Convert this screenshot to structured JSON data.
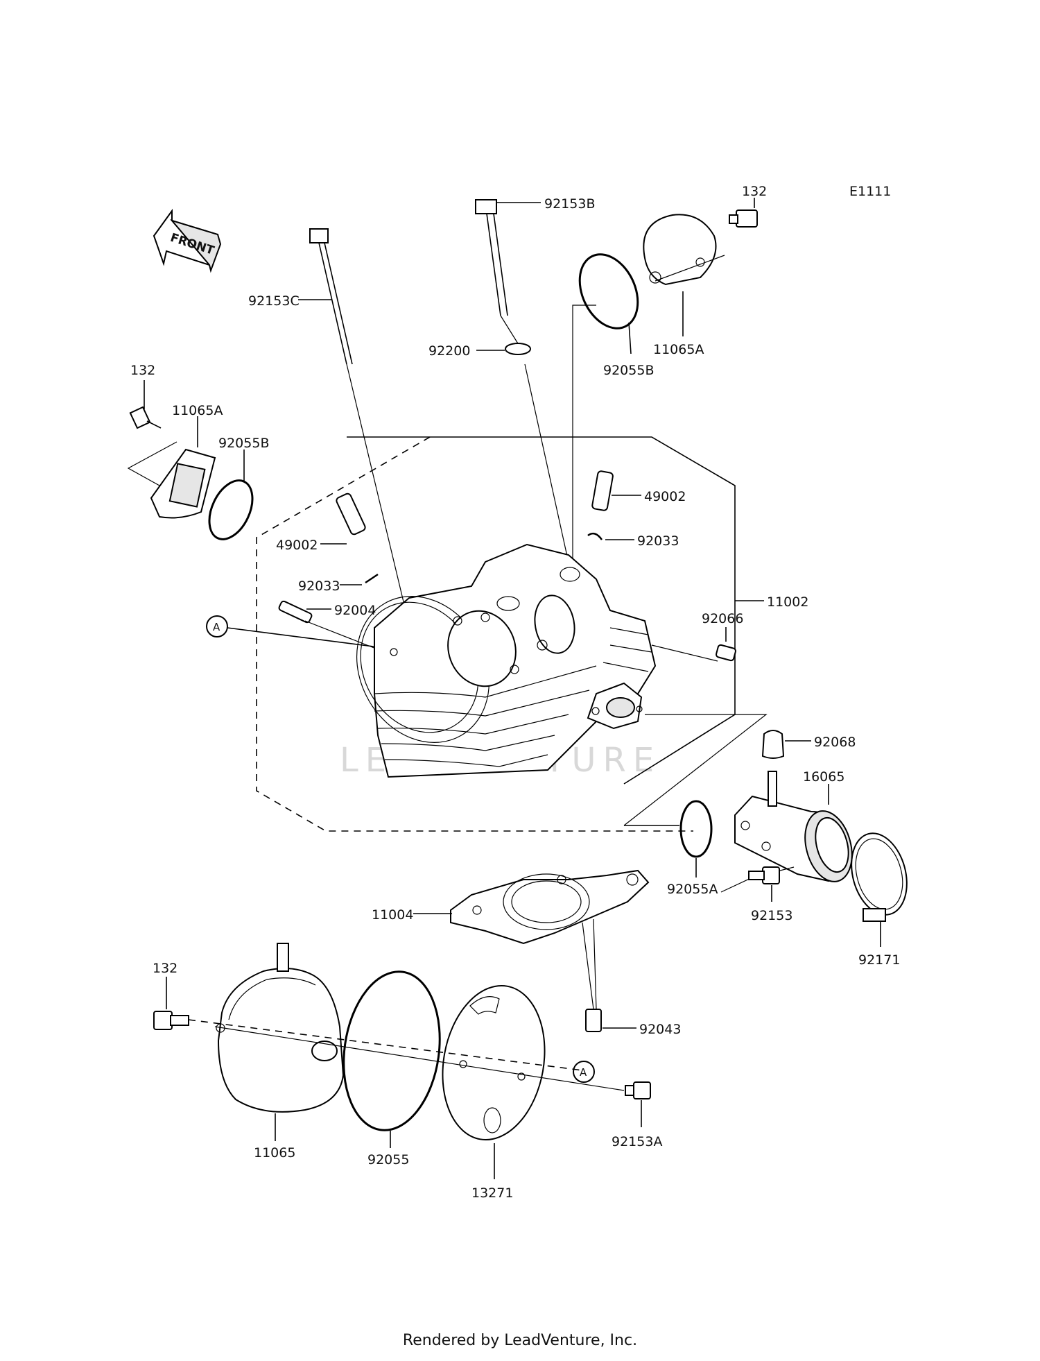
{
  "diagram_code": "E1111",
  "front_label": "FRONT",
  "watermark": "LEADVENTURE",
  "footer": "Rendered by LeadVenture, Inc.",
  "callout_marker": "A",
  "parts": {
    "p92153C": "92153C",
    "p92153B": "92153B",
    "p132_top": "132",
    "p92055B_top": "92055B",
    "p11065A_top": "11065A",
    "p92200": "92200",
    "p132_left": "132",
    "p11065A_left": "11065A",
    "p92055B_left": "92055B",
    "p49002_right": "49002",
    "p92033_right": "92033",
    "p49002_left": "49002",
    "p92033_left": "92033",
    "p92004": "92004",
    "p11002": "11002",
    "p92066": "92066",
    "p92068": "92068",
    "p16065": "16065",
    "p92055A": "92055A",
    "p92153": "92153",
    "p92171": "92171",
    "p11004": "11004",
    "p132_bottom": "132",
    "p92043": "92043",
    "p11065": "11065",
    "p92055": "92055",
    "p13271": "13271",
    "p92153A": "92153A"
  }
}
